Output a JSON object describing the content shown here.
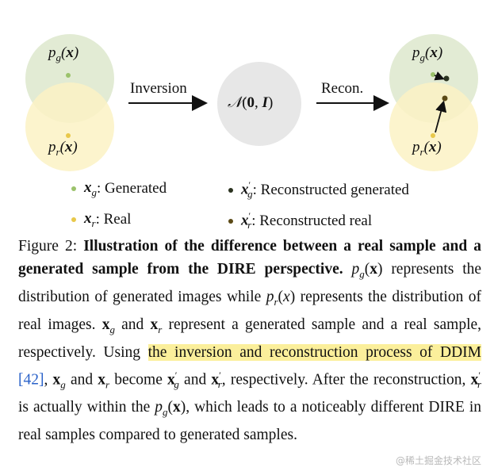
{
  "diagram": {
    "left_top_label": "p_g(x)",
    "left_bottom_label": "p_r(x)",
    "inversion_label": "Inversion",
    "center_label": "N(0, I)",
    "recon_label": "Recon.",
    "right_top_label": "p_g(x)",
    "right_bottom_label": "p_r(x)",
    "colors": {
      "generated_circle": "#dfe9cf",
      "real_circle": "#fbf2c4",
      "center_circle": "#e7e7e7",
      "generated_dot": "#9bc26b",
      "real_dot": "#e8c84a",
      "recon_generated_dot": "#2b3320",
      "recon_real_dot": "#5b4a16"
    }
  },
  "legend": {
    "generated": ": Generated",
    "reconstructed_generated": ": Reconstructed generated",
    "real": ": Real",
    "reconstructed_real": ": Reconstructed real"
  },
  "caption": {
    "figure_number": "Figure 2:",
    "title_bold": "Illustration of the difference between a real sample and a generated sample from the DIRE perspective.",
    "t1": "represents the distribution of generated images while",
    "t2": "represents the distribution of real images.",
    "t3": "and",
    "t4": "represent a generated sample and a real sample, respectively. Using",
    "highlight": "the inversion and reconstruction process of DDIM",
    "cite": "[42]",
    "t5": ",",
    "t6": "and",
    "t7": "become",
    "t8": "and",
    "t9": ", respectively. After the reconstruction,",
    "t10": "is actually within the",
    "t11": ", which leads to a noticeably different DIRE in real samples compared to generated samples."
  },
  "watermark": "@稀土掘金技术社区"
}
